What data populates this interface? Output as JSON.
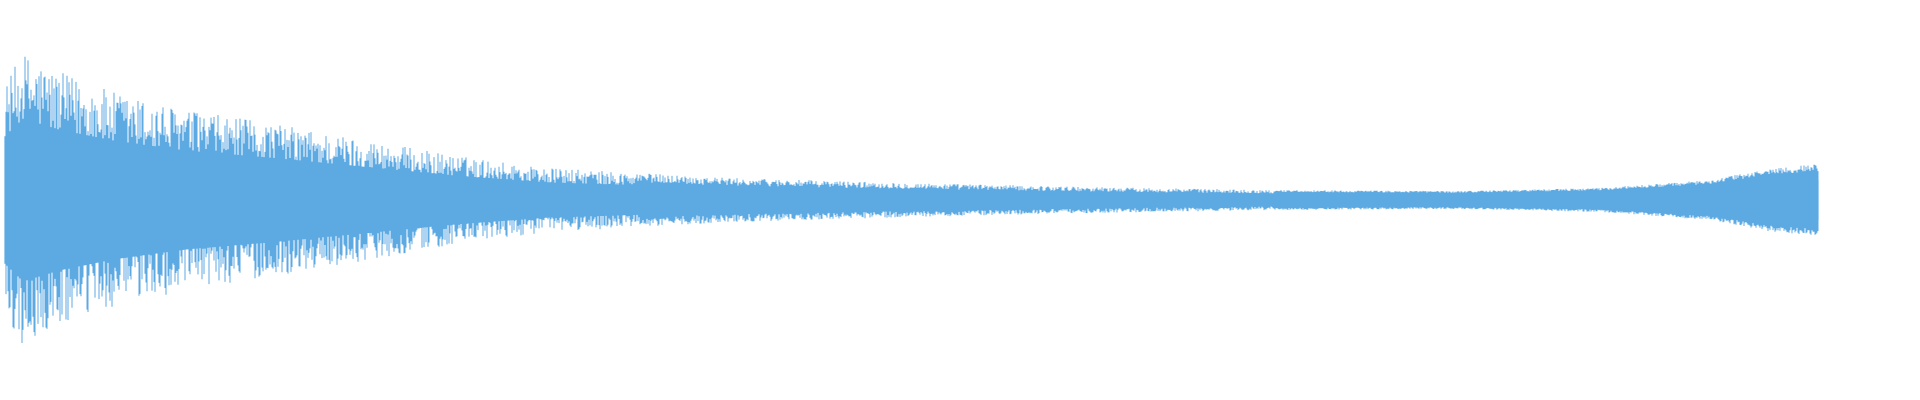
{
  "waveform": {
    "color": "#5DAAE3",
    "background": "#FFFFFF",
    "envelope": [
      {
        "t": 0.0,
        "amp": 0.58
      },
      {
        "t": 0.01,
        "amp": 0.74
      },
      {
        "t": 0.03,
        "amp": 0.64
      },
      {
        "t": 0.06,
        "amp": 0.54
      },
      {
        "t": 0.1,
        "amp": 0.45
      },
      {
        "t": 0.15,
        "amp": 0.38
      },
      {
        "t": 0.2,
        "amp": 0.3
      },
      {
        "t": 0.25,
        "amp": 0.22
      },
      {
        "t": 0.3,
        "amp": 0.16
      },
      {
        "t": 0.4,
        "amp": 0.11
      },
      {
        "t": 0.5,
        "amp": 0.085
      },
      {
        "t": 0.6,
        "amp": 0.065
      },
      {
        "t": 0.7,
        "amp": 0.05
      },
      {
        "t": 0.8,
        "amp": 0.045
      },
      {
        "t": 0.88,
        "amp": 0.06
      },
      {
        "t": 0.94,
        "amp": 0.1
      },
      {
        "t": 0.975,
        "amp": 0.16
      },
      {
        "t": 1.0,
        "amp": 0.18
      }
    ]
  }
}
